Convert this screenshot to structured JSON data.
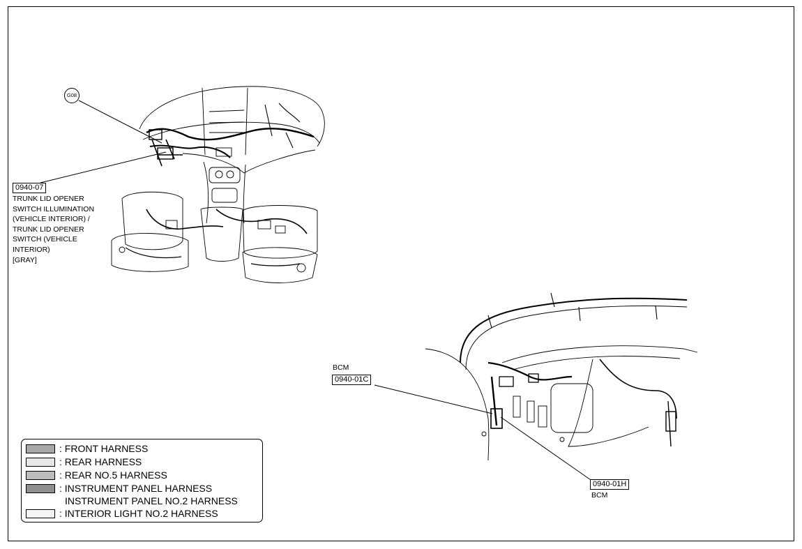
{
  "callouts": {
    "g08": "G08",
    "trunk_connector": "0940-07",
    "trunk_desc": [
      "TRUNK LID OPENER",
      "SWITCH ILLUMINATION",
      "(VEHICLE INTERIOR) /",
      "TRUNK LID OPENER",
      "SWITCH (VEHICLE",
      "INTERIOR)",
      "[GRAY]"
    ],
    "bcm_top_label": "BCM",
    "bcm_top_connector": "0940-01C",
    "bcm_bottom_connector": "0940-01H",
    "bcm_bottom_label": "BCM"
  },
  "legend": {
    "rows": [
      {
        "text": ": FRONT HARNESS",
        "swatch": "#a8a8a8"
      },
      {
        "text": ": REAR HARNESS",
        "swatch": "#e6e6e6"
      },
      {
        "text": ": REAR NO.5 HARNESS",
        "swatch": "#bdbdbd"
      },
      {
        "text": ": INSTRUMENT PANEL HARNESS",
        "swatch": "#8f8f8f"
      },
      {
        "text": "INSTRUMENT PANEL NO.2 HARNESS",
        "swatch": null
      },
      {
        "text": ": INTERIOR LIGHT NO.2 HARNESS",
        "swatch": "#f4f4f4"
      }
    ]
  }
}
